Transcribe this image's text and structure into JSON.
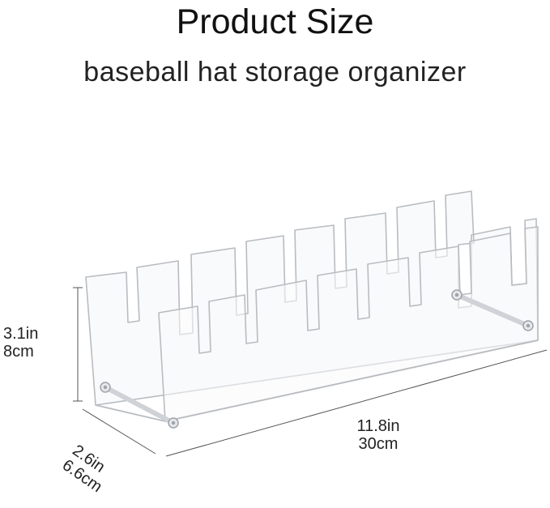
{
  "header": {
    "title": "Product Size",
    "subtitle": "baseball hat storage organizer"
  },
  "dimensions": {
    "height_in": "3.1in",
    "height_cm": "8cm",
    "width_in": "11.8in",
    "width_cm": "30cm",
    "depth_in": "2.6in",
    "depth_cm": "6.6cm"
  },
  "product": {
    "name": "acrylic-hat-rack",
    "front_slots": 7,
    "back_slots": 8,
    "edge_color": "#b9bcc0",
    "screw_color": "#9ea3a8"
  }
}
